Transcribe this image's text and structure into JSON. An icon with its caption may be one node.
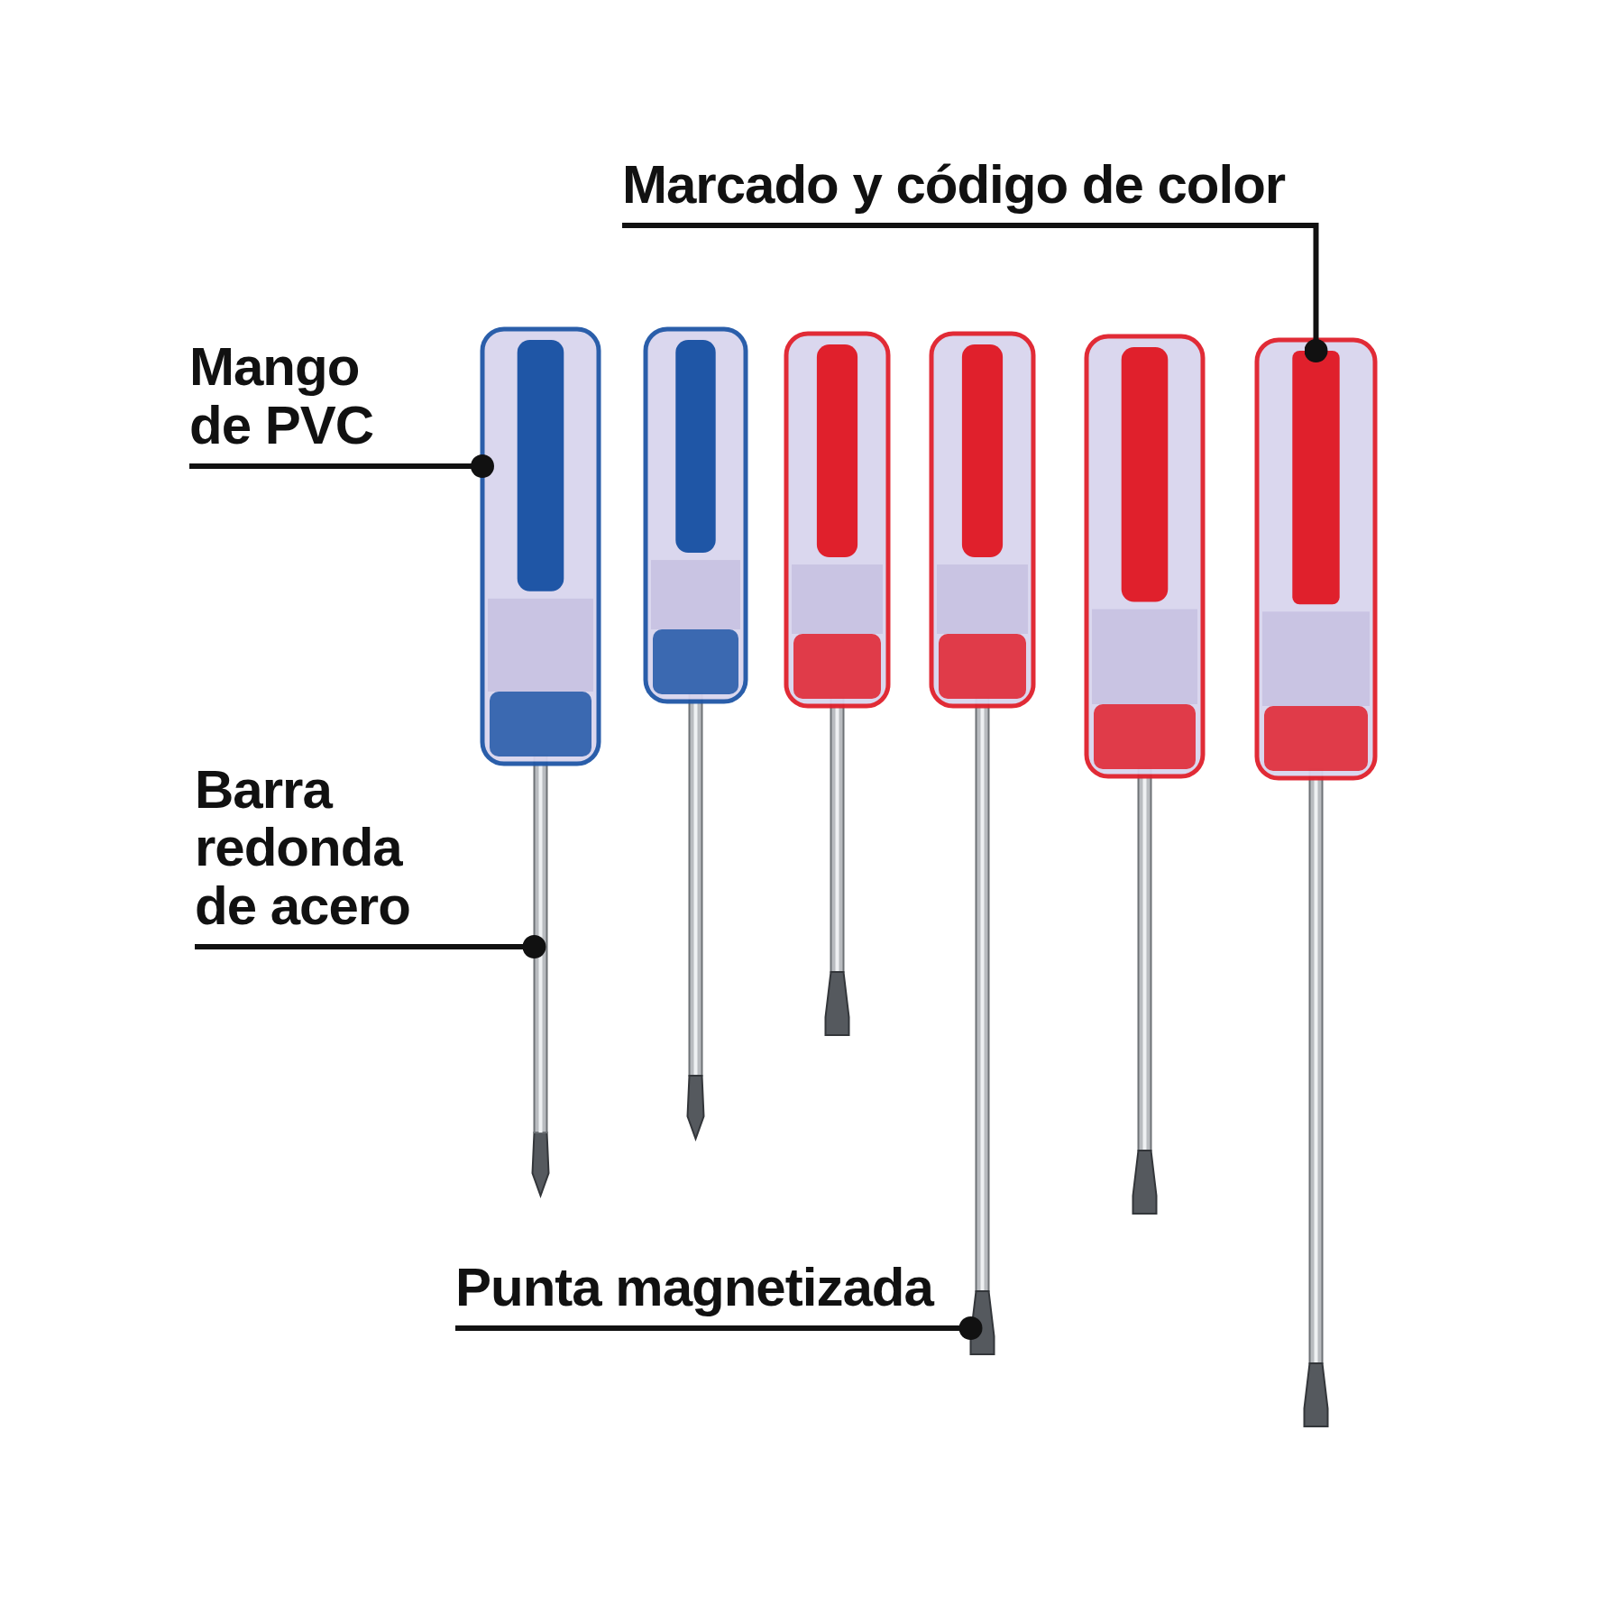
{
  "diagram": {
    "nodes": [
      {
        "text": [
          "Marcado y código de color"
        ]
      },
      {
        "text": [],
        "shape": "bar"
      },
      {
        "text": [
          "Mango de PVC"
        ]
      },
      {
        "text": [],
        "shape": "box"
      },
      {
        "text": [
          "Barra redonda de acero"
        ]
      },
      {
        "text": [],
        "shape": "bar"
      },
      {
        "text": [
          "Punta magnetizada"
        ]
      },
      {
        "text": [],
        "shape": "bar"
      }
    ],
    "edges": [
      {
        "from": 0,
        "to": 1,
        "arrow": "other"
      },
      {
        "from": 2,
        "to": 3,
        "arrow": "other"
      },
      {
        "from": 4,
        "to": 5,
        "arrow": "other"
      },
      {
        "from": 6,
        "to": 7,
        "arrow": "other"
      }
    ]
  }
}
